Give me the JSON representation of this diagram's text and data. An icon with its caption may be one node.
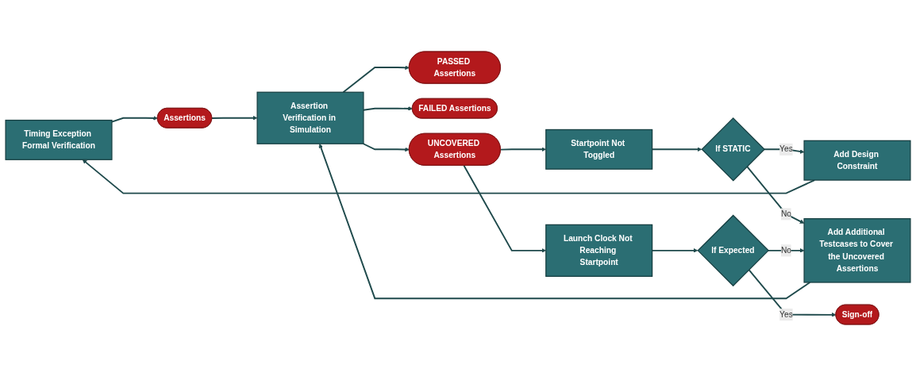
{
  "diagram": {
    "nodes": [
      {
        "text": [
          "Timing Exception Formal Verification"
        ]
      },
      {
        "text": [
          "Assertions"
        ]
      },
      {
        "text": [
          "Assertion Verification in Simulation"
        ]
      },
      {
        "text": [
          "PASSED Assertions"
        ]
      },
      {
        "text": [
          "FAILED Assertions"
        ]
      },
      {
        "text": [
          "UNCOVERED Assertions"
        ]
      },
      {
        "text": [
          "Startpoint Not Toggled"
        ]
      },
      {
        "text": [
          "Launch Clock Not Reaching Startpoint"
        ]
      },
      {
        "text": [
          "If STATIC"
        ]
      },
      {
        "text": [
          "Add Design Constraint"
        ]
      },
      {
        "text": [
          "Add Additional Testcases to Cover the Uncovered Assertions"
        ]
      },
      {
        "text": [
          "If Expected"
        ]
      },
      {
        "text": [
          "Sign-off"
        ]
      }
    ],
    "edges": [
      {
        "from": 0,
        "to": 1,
        "arrow": "to"
      },
      {
        "from": 1,
        "to": 2,
        "arrow": "to"
      },
      {
        "from": 2,
        "to": 3,
        "arrow": "to"
      },
      {
        "from": 2,
        "to": 4,
        "arrow": "to"
      },
      {
        "from": 2,
        "to": 5,
        "arrow": "to"
      },
      {
        "from": 5,
        "to": 6,
        "arrow": "to"
      },
      {
        "from": 5,
        "to": 7,
        "arrow": "to"
      },
      {
        "from": 6,
        "to": 8,
        "arrow": "to"
      },
      {
        "from": 8,
        "to": 9,
        "label": "Yes",
        "arrow": "to"
      },
      {
        "from": 8,
        "to": 10,
        "label": "No",
        "arrow": "to"
      },
      {
        "from": 7,
        "to": 11,
        "arrow": "to"
      },
      {
        "from": 11,
        "to": 12,
        "label": "Yes",
        "arrow": "to"
      },
      {
        "from": 11,
        "to": 10,
        "label": "No",
        "arrow": "to"
      },
      {
        "from": 9,
        "to": 0,
        "arrow": "to"
      },
      {
        "from": 10,
        "to": 2,
        "arrow": "to"
      }
    ]
  }
}
